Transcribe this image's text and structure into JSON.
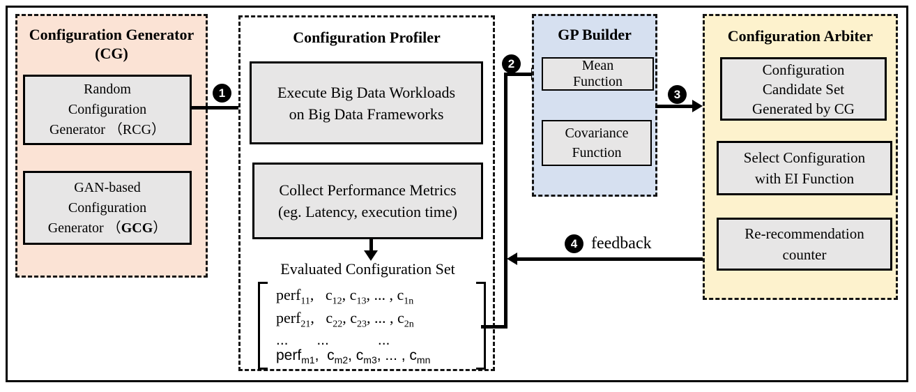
{
  "colors": {
    "cg_panel_bg": "#fbe3d5",
    "gp_panel_bg": "#d6e0f0",
    "arbiter_panel_bg": "#fdf2cd",
    "inner_box_bg": "#e7e6e6",
    "line_color": "#000000"
  },
  "panels": {
    "cg": {
      "title1": "Configuration Generator",
      "title2": "(CG)",
      "rcg": [
        "Random",
        "Configuration",
        "Generator （RCG）"
      ],
      "gcg": {
        "line1": "GAN-based",
        "line2": "Configuration",
        "line3_pre": "Generator （",
        "line3_bold": "GCG",
        "line3_post": "）"
      }
    },
    "profiler": {
      "title": "Configuration Profiler",
      "execute": [
        "Execute Big Data Workloads",
        "on Big Data Frameworks"
      ],
      "collect": [
        "Collect Performance Metrics",
        "(eg. Latency, execution time)"
      ],
      "eval_label": "Evaluated Configuration Set"
    },
    "gp": {
      "title": "GP Builder",
      "mean": [
        "Mean",
        "Function"
      ],
      "covariance": [
        "Covariance",
        "Function"
      ]
    },
    "arbiter": {
      "title": "Configuration Arbiter",
      "box1": [
        "Configuration",
        "Candidate Set",
        "Generated by CG"
      ],
      "box2": [
        "Select Configuration",
        "with EI Function"
      ],
      "box3": [
        "Re-recommendation",
        "counter"
      ]
    }
  },
  "steps": {
    "s1": "1",
    "s2": "2",
    "s3": "3",
    "s4": "4",
    "feedback_label": "feedback"
  },
  "matrix": {
    "rows": [
      {
        "style": "serif",
        "segments": [
          {
            "t": "perf",
            "sub": "11"
          },
          {
            "t": ",   "
          },
          {
            "t": "c",
            "sub": "12"
          },
          {
            "t": ", "
          },
          {
            "t": "c",
            "sub": "13"
          },
          {
            "t": ", ... , "
          },
          {
            "t": "c",
            "sub": "1n"
          }
        ]
      },
      {
        "style": "serif",
        "segments": [
          {
            "t": "perf",
            "sub": "21"
          },
          {
            "t": ",   "
          },
          {
            "t": "c",
            "sub": "22"
          },
          {
            "t": ", "
          },
          {
            "t": "c",
            "sub": "23"
          },
          {
            "t": ", ... , "
          },
          {
            "t": "c",
            "sub": "2n"
          }
        ]
      },
      {
        "style": "sans",
        "segments": [
          {
            "t": "...       ...            ..."
          }
        ]
      },
      {
        "style": "sans",
        "segments": [
          {
            "t": "perf",
            "sub": "m1"
          },
          {
            "t": ",  "
          },
          {
            "t": "c",
            "sub": "m2"
          },
          {
            "t": ", "
          },
          {
            "t": "c",
            "sub": "m3"
          },
          {
            "t": ", ... , "
          },
          {
            "t": "c",
            "sub": "mn"
          }
        ]
      }
    ]
  }
}
